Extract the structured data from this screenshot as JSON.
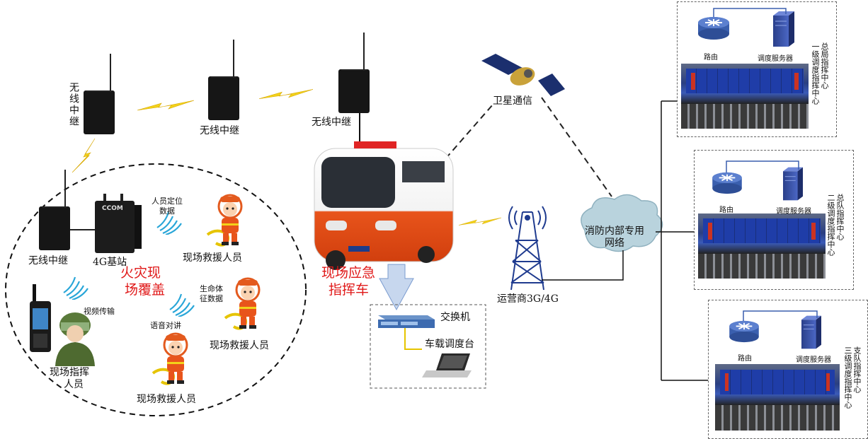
{
  "repeaters": {
    "r1": "无线中继",
    "r2": "无线中继",
    "r3": "无线中继",
    "r4": "无线中继"
  },
  "base_station": {
    "label": "4G基站",
    "brand": "CCOM"
  },
  "fire_zone": {
    "line1": "火灾现",
    "line2": "场覆盖"
  },
  "signals": {
    "location": "人员定位\n数据",
    "vital": "生命体\n征数据",
    "video": "视频传输",
    "voice": "语音对讲"
  },
  "rescuers": {
    "p1": "现场救援人员",
    "p2": "现场救援人员",
    "p3": "现场救援人员"
  },
  "commander": {
    "line1": "现场指挥",
    "line2": "人员"
  },
  "vehicle": {
    "line1": "现场应急",
    "line2": "指挥车"
  },
  "switch": {
    "label": "交换机"
  },
  "console": {
    "label": "车载调度台"
  },
  "satellite": {
    "label": "卫星通信"
  },
  "carrier": {
    "label": "运营商3G/4G"
  },
  "network": {
    "line1": "消防内部专用",
    "line2": "网络"
  },
  "centers": [
    {
      "router": "路由",
      "server": "调度服务器",
      "title": "总局指挥中心",
      "level": "一级调度指挥中心"
    },
    {
      "router": "路由",
      "server": "调度服务器",
      "title": "总队指挥中心",
      "level": "二级调度指挥中心"
    },
    {
      "router": "路由",
      "server": "调度服务器",
      "title": "支队指挥中心",
      "level": "三级调度指挥中心"
    }
  ],
  "colors": {
    "accent_red": "#e01919",
    "signal_blue": "#29a6d8",
    "lightning": "#f2d21a",
    "router_blue": "#3a5fae",
    "cloud": "#b9d3dd"
  }
}
